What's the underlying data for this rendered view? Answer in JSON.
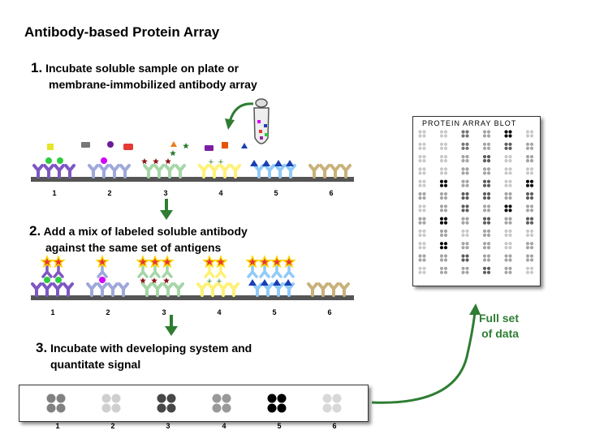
{
  "title": "Antibody-based Protein Array",
  "steps": [
    {
      "num": "1.",
      "line1": "Incubate soluble sample on plate or",
      "line2": "membrane-immobilized  antibody array"
    },
    {
      "num": "2.",
      "line1": "Add a mix of labeled soluble antibody",
      "line2": "against the same set of antigens"
    },
    {
      "num": "3.",
      "line1": "Incubate with developing  system and",
      "line2": "quantitate signal"
    }
  ],
  "spot_labels": [
    "1",
    "2",
    "3",
    "4",
    "5",
    "6"
  ],
  "blot": {
    "title": "PROTEIN  ARRAY  BLOT"
  },
  "result": {
    "line1": "Full set",
    "line2": "of data"
  },
  "colors": {
    "green_arrow": "#2e7d32",
    "membrane": "#555555",
    "ab1": "#7e57c2",
    "ab2": "#9fa8da",
    "ab3": "#a5d6a7",
    "ab4": "#fff176",
    "ab5": "#90caf9",
    "ab6": "#c8b27a",
    "star_fill": "#e53935",
    "star_outline": "#ffd600"
  },
  "signal_levels": [
    0.45,
    0.12,
    0.7,
    0.35,
    1.0,
    0.08
  ],
  "icons": [
    "arrow-down-icon",
    "curved-arrow-icon",
    "tube-icon",
    "star-icon",
    "antibody-icon"
  ]
}
